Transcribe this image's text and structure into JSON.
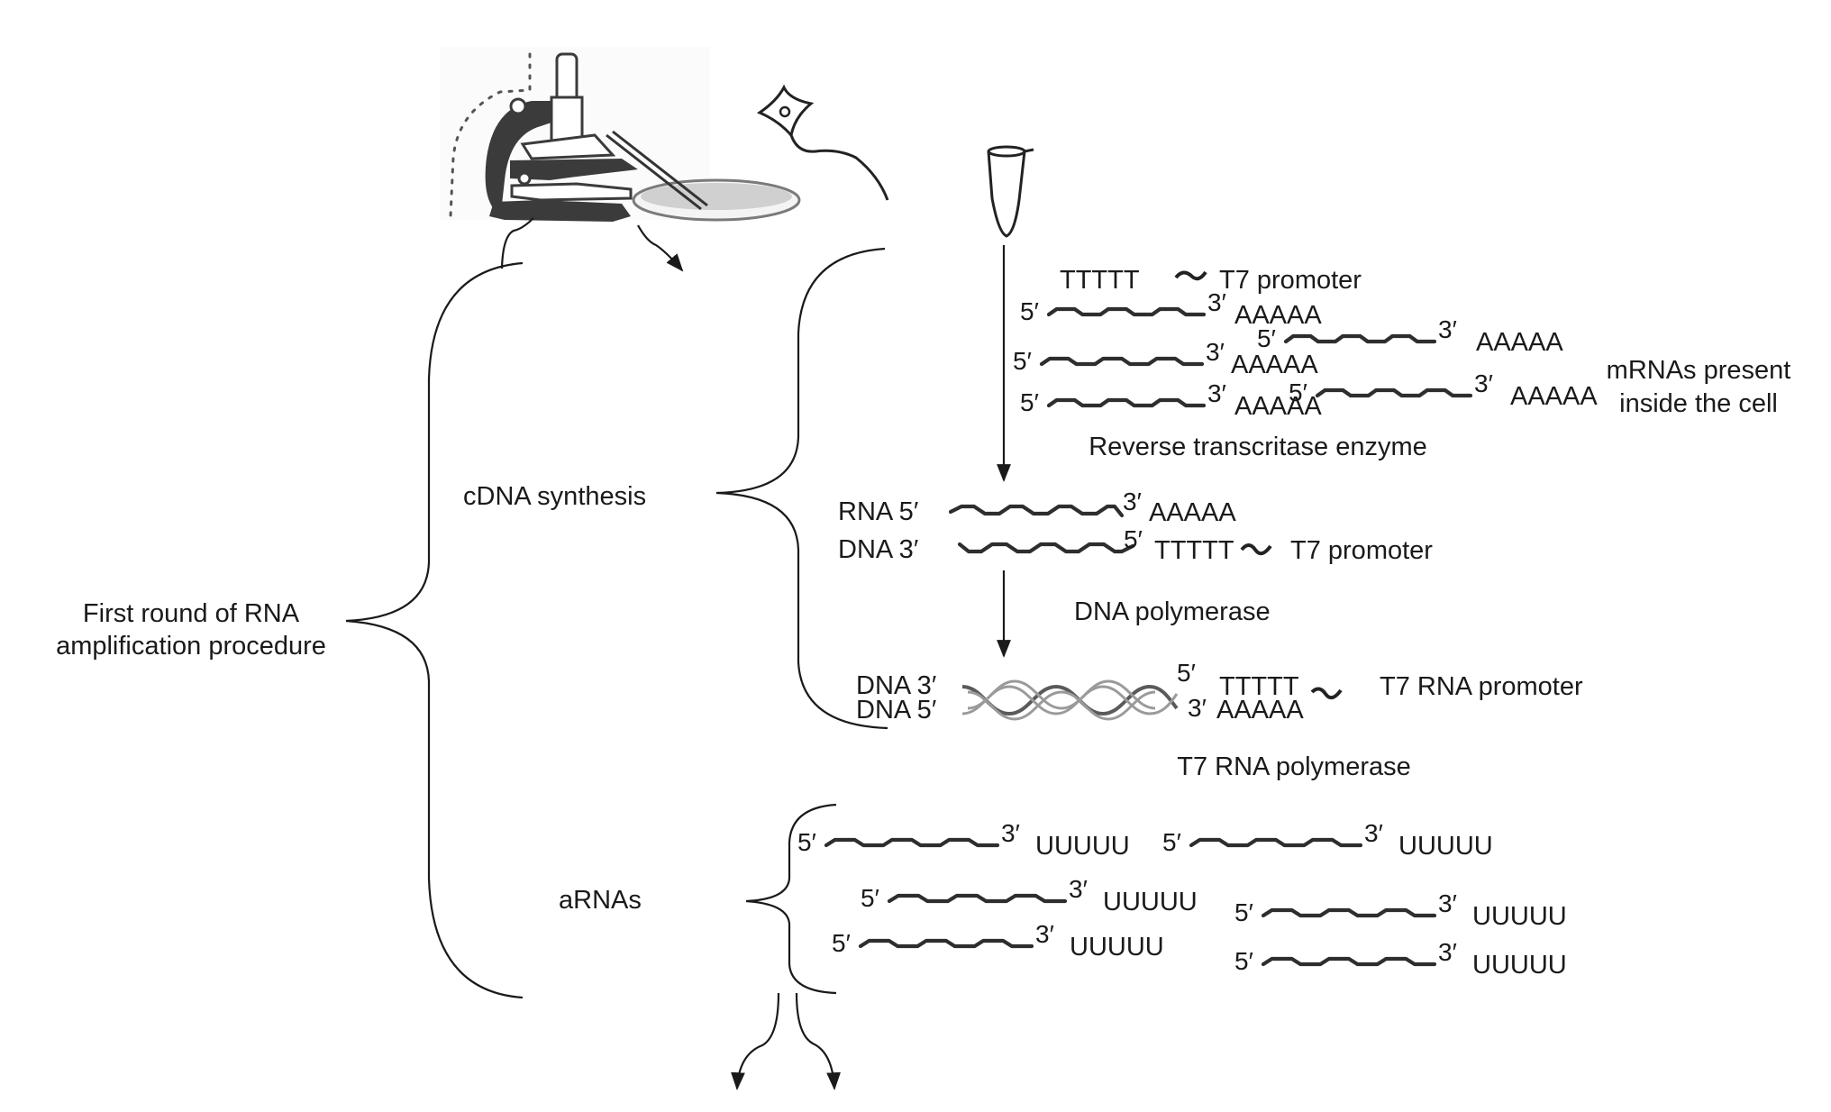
{
  "diagram": {
    "title_label": "First round of RNA amplification procedure",
    "title_lines": [
      "First round of RNA",
      "amplification procedure"
    ],
    "stages": {
      "cdna": "cDNA synthesis",
      "arnas": "aRNAs"
    },
    "icons": [
      "microscope-icon",
      "petri-dish-icon",
      "pipette-icon",
      "cell-icon",
      "microcentrifuge-tube-icon"
    ],
    "legend": {
      "poly_t": "TTTTT",
      "tilde": "~",
      "t7": "T7 promoter"
    },
    "mrnas": {
      "five": "5′",
      "three": "3′",
      "tail": "AAAAA",
      "count": 5,
      "caption_lines": [
        "mRNAs present",
        "inside the cell"
      ]
    },
    "enzymes": {
      "rt": "Reverse transcritase enzyme",
      "dna_pol": "DNA polymerase",
      "t7_pol": "T7 RNA polymerase"
    },
    "hybrid": {
      "rna_label": "RNA 5′",
      "dna_label": "DNA 3′",
      "rna_three": "3′",
      "rna_tail": "AAAAA",
      "dna_five": "5′",
      "dna_tail": "TTTTT",
      "t7": "T7 promoter"
    },
    "dsdna": {
      "top_label": "DNA 3′",
      "bottom_label": "DNA 5′",
      "top_five": "5′",
      "top_tail": "TTTTT",
      "bottom_three": "3′",
      "bottom_tail": "AAAAA",
      "t7": "T7 RNA promoter"
    },
    "arna_strands": {
      "five": "5′",
      "three": "3′",
      "tail": "UUUUU",
      "count": 6
    }
  }
}
